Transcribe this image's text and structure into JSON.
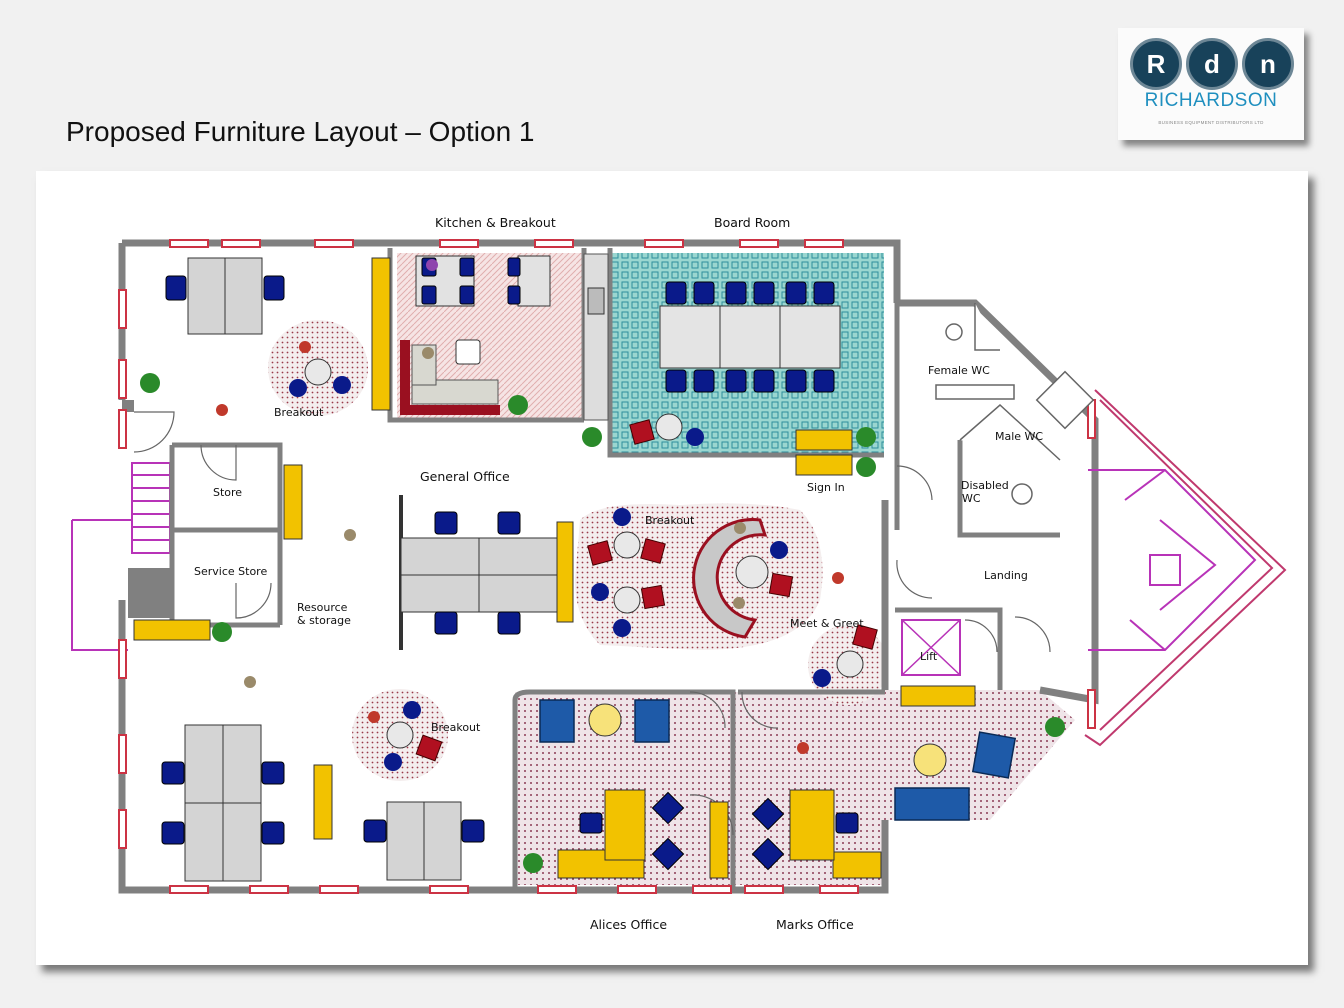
{
  "title": "Proposed Furniture Layout – Option 1",
  "logo": {
    "letters": [
      "R",
      "d",
      "n"
    ],
    "name": "RICHARDSON",
    "tagline": "BUSINESS EQUIPMENT DISTRIBUTORS LTD"
  },
  "rooms": {
    "kitchen_breakout": "Kitchen & Breakout",
    "board_room": "Board Room",
    "female_wc": "Female WC",
    "male_wc": "Male WC",
    "disabled_wc_1": "Disabled",
    "disabled_wc_2": "WC",
    "landing": "Landing",
    "lift": "Lift",
    "sign_in": "Sign In",
    "general_office": "General Office",
    "store": "Store",
    "service_store": "Service Store",
    "resource_1": "Resource",
    "resource_2": "& storage",
    "breakout_nw": "Breakout",
    "breakout_center": "Breakout",
    "breakout_sw": "Breakout",
    "meet_greet": "Meet & Greet",
    "alices_office": "Alices Office",
    "marks_office": "Marks Office"
  },
  "colors": {
    "wall": "#808080",
    "window": "#cc3344",
    "desk": "#d4d4d4",
    "chair": "#0a1a8a",
    "storage": "#f2c200",
    "breakout_chair": "#b01020",
    "board_floor": "#8fd2cc",
    "kitchen_floor": "#f3dede",
    "office_floor": "#e8cfd6",
    "stair": "#b833b8",
    "plant": "#2a8a2a"
  }
}
